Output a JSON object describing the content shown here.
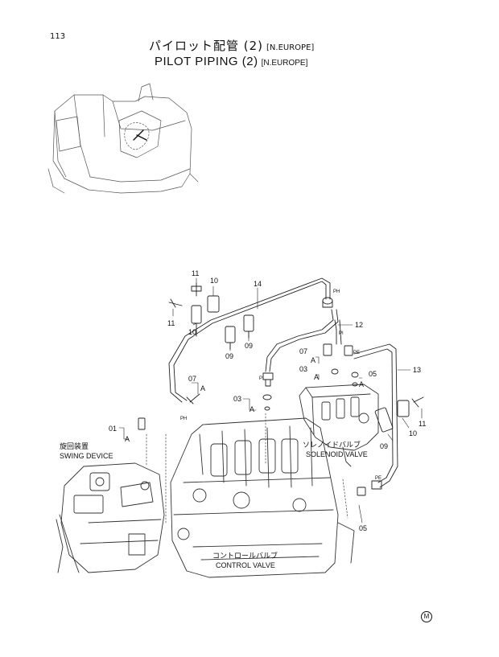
{
  "page_number": "113",
  "title": {
    "jp": "パイロット配管 (2)",
    "jp_tag": "[N.EUROPE]",
    "en": "PILOT PIPING (2)",
    "en_tag": "[N.EUROPE]"
  },
  "callouts": {
    "p01": "01",
    "p03a": "03",
    "p03b": "03",
    "p05a": "05",
    "p05b": "05",
    "p07a": "07",
    "p07b": "07",
    "p09a": "09",
    "p09b": "09",
    "p09c": "09",
    "p10a": "10",
    "p10b": "10",
    "p10c": "10",
    "p11a": "11",
    "p11b": "11",
    "p11c": "11",
    "p12": "12",
    "p13": "13",
    "p14": "14",
    "a1": "A",
    "a2": "A",
    "a3": "A",
    "a4": "A",
    "a5": "A"
  },
  "port_marks": {
    "ph1": "PH",
    "ph2": "PH",
    "pi1": "PI",
    "pi2": "PI",
    "pe1": "PE",
    "pe2": "PE"
  },
  "captions": {
    "swing_jp": "旋回装置",
    "swing_en": "SWING DEVICE",
    "solenoid_jp": "ソレノイドバルブ",
    "solenoid_en": "SOLENOID VALVE",
    "control_jp": "コントロールバルブ",
    "control_en": "CONTROL VALVE"
  },
  "footer_mark": "M"
}
